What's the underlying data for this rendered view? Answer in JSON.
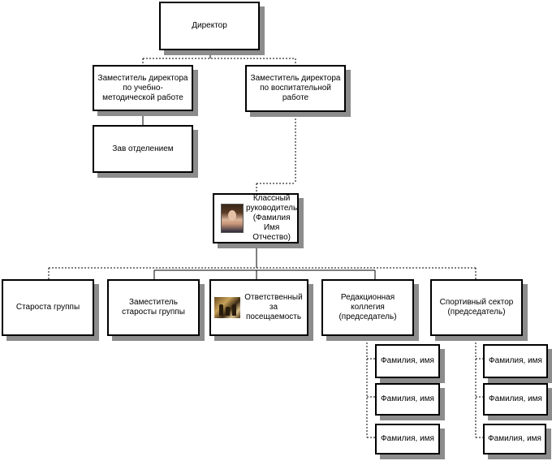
{
  "diagram": {
    "director": "Директор",
    "deputy_methodical": "Заместитель директора по учебно-методической работе",
    "deputy_educational": "Заместитель директора по воспитательной работе",
    "head_department": "Зав отделением",
    "class_teacher": "Классный руководитель (Фамилия Имя Отчество)",
    "group_head": "Староста группы",
    "deputy_group_head": "Заместитель старосты группы",
    "attendance": "Ответственный за посещаемость",
    "editorial": "Редакционная коллегия (председатель)",
    "sports": "Спортивный сектор (председатель)",
    "editorial_members": [
      "Фамилия, имя",
      "Фамилия, имя",
      "Фамилия, имя"
    ],
    "sports_members": [
      "Фамилия, имя",
      "Фамилия, имя",
      "Фамилия, имя"
    ]
  }
}
